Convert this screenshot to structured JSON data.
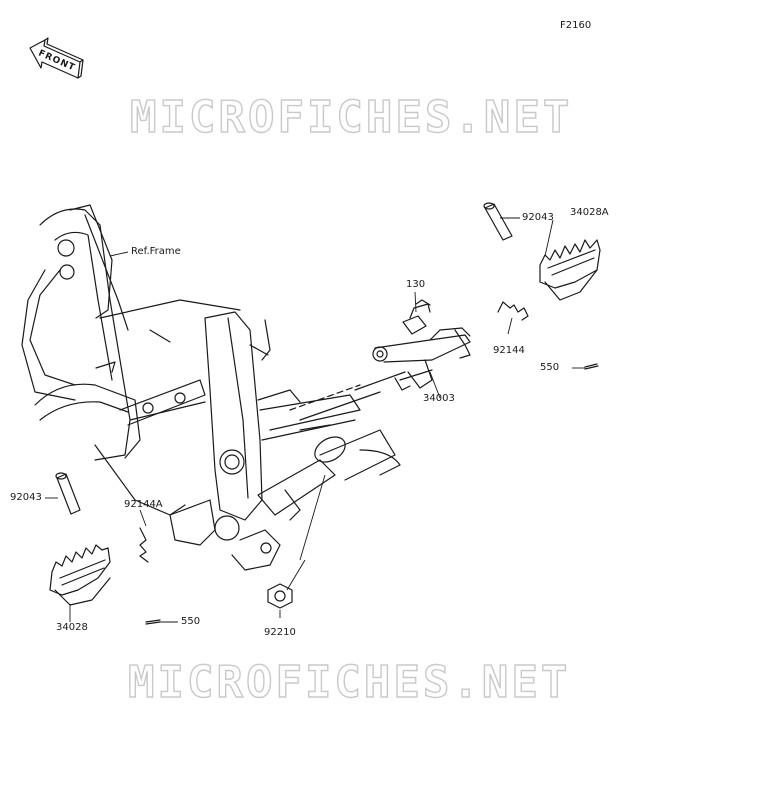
{
  "diagram": {
    "figure_code": "F2160",
    "front_marker": "FRONT",
    "frame_reference": "Ref.Frame",
    "watermarks": [
      "MICROFICHES.NET",
      "MICROFICHES.NET"
    ],
    "callouts": {
      "p130": "130",
      "p92043_right": "92043",
      "p34028A": "34028A",
      "p92144": "92144",
      "p550_right": "550",
      "p34003": "34003",
      "p92043_left": "92043",
      "p92144A": "92144A",
      "p34028": "34028",
      "p550_left": "550",
      "p92210": "92210"
    }
  }
}
